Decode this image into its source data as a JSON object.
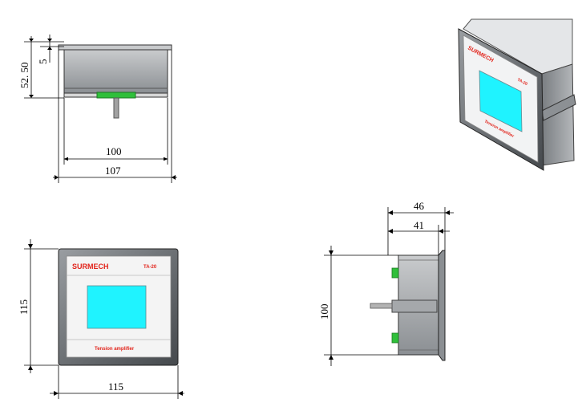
{
  "dimensions": {
    "top_height": "52. 50",
    "top_flange": "5",
    "top_body_width": "100",
    "top_overall_width": "107",
    "front_height": "115",
    "front_width": "115",
    "side_overall_depth": "46",
    "side_body_depth": "41",
    "side_height": "100"
  },
  "device": {
    "brand": "SURMECH",
    "model": "TA-20",
    "caption": "Tension  amplifier"
  },
  "colors": {
    "screen": "#1ff3ff",
    "connector": "#2fbf3a",
    "bezel": "#5a5e62",
    "panel": "#f4f4f4",
    "brand_red": "#e2231a"
  }
}
